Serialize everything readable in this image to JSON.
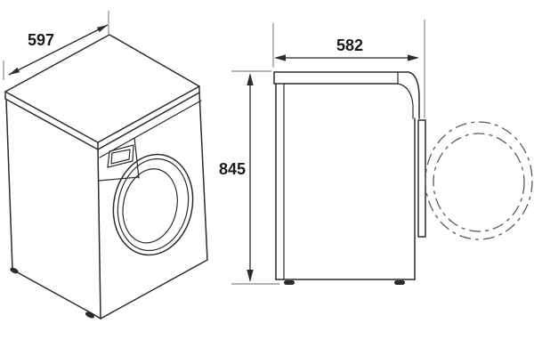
{
  "diagram": {
    "subject": "washing-machine-dimension-drawing",
    "dimensions": {
      "width": "597",
      "depth": "582",
      "height": "845"
    },
    "colors": {
      "outline": "#2b2b2b",
      "extension_line": "#9b9b9b",
      "door_swing_arc": "#5a5a5a",
      "label_text": "#1a1a1a",
      "background": "#ffffff"
    }
  }
}
